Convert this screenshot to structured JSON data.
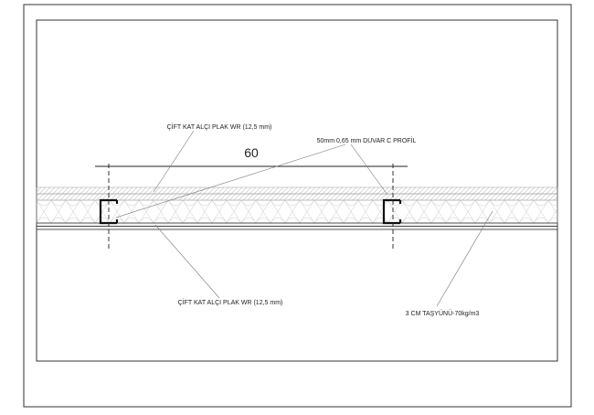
{
  "drawing": {
    "dimension_value": "60",
    "labels": {
      "top_left": "ÇİFT KAT ALÇI PLAK WR (12,5 mm)",
      "top_right": "50mm 0,65 mm DUVAR C PROFİL",
      "bottom_left": "ÇİFT KAT ALÇI PLAK WR (12,5 mm)",
      "bottom_right": "3 CM TAŞYÜNÜ-70kg/m3"
    }
  }
}
